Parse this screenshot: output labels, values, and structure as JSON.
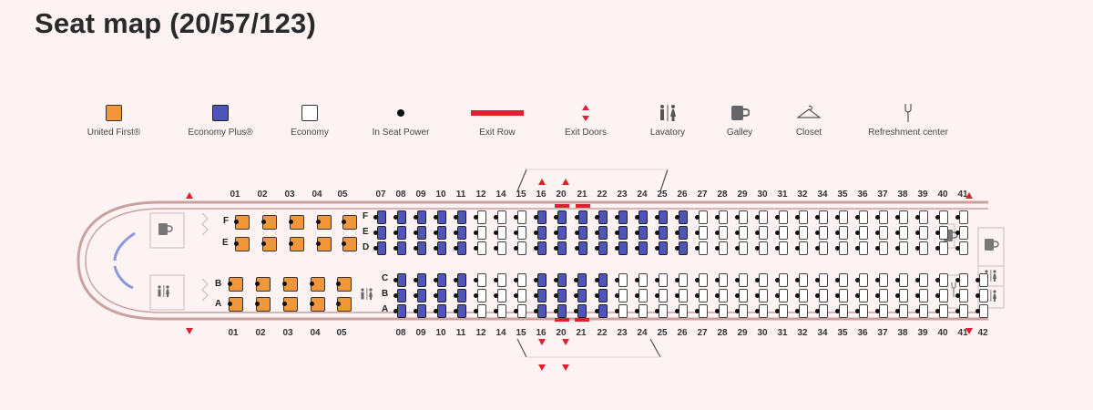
{
  "title": "Seat map (20/57/123)",
  "legend": [
    {
      "key": "first",
      "label": "United First®"
    },
    {
      "key": "plus",
      "label": "Economy Plus®"
    },
    {
      "key": "economy",
      "label": "Economy"
    },
    {
      "key": "power",
      "label": "In Seat Power"
    },
    {
      "key": "exitrow",
      "label": "Exit Row"
    },
    {
      "key": "exitdoors",
      "label": "Exit Doors"
    },
    {
      "key": "lavatory",
      "label": "Lavatory"
    },
    {
      "key": "galley",
      "label": "Galley"
    },
    {
      "key": "closet",
      "label": "Closet"
    },
    {
      "key": "refreshment",
      "label": "Refreshment center"
    }
  ],
  "colors": {
    "first": "#f2963a",
    "plus": "#4f55b8",
    "economy": "#ffffff",
    "exit": "#e0202e",
    "fuselage": "#c9a2a0"
  },
  "first_rows": [
    "01",
    "02",
    "03",
    "04",
    "05"
  ],
  "top_economy_rows": [
    "07",
    "08",
    "09",
    "10",
    "11",
    "12",
    "14",
    "15",
    "16",
    "20",
    "21",
    "22",
    "23",
    "24",
    "25",
    "26",
    "27",
    "28",
    "29",
    "30",
    "31",
    "32",
    "34",
    "35",
    "36",
    "37",
    "38",
    "39",
    "40",
    "41"
  ],
  "bottom_economy_rows": [
    "08",
    "09",
    "10",
    "11",
    "12",
    "14",
    "15",
    "16",
    "20",
    "21",
    "22",
    "23",
    "24",
    "25",
    "26",
    "27",
    "28",
    "29",
    "30",
    "31",
    "32",
    "34",
    "35",
    "36",
    "37",
    "38",
    "39",
    "40",
    "41",
    "42"
  ],
  "plus_rows_top": [
    "07",
    "08",
    "09",
    "10",
    "11",
    "16",
    "20",
    "21",
    "22",
    "23",
    "24",
    "25",
    "26"
  ],
  "plus_rows_bottom": [
    "08",
    "09",
    "10",
    "11",
    "16",
    "20",
    "21",
    "22"
  ],
  "exit_rows": [
    "20",
    "21"
  ],
  "first_left_letters": [
    "F",
    "E",
    "B",
    "A"
  ],
  "eco_left_letters": [
    "F",
    "E",
    "D",
    "C",
    "B",
    "A"
  ]
}
